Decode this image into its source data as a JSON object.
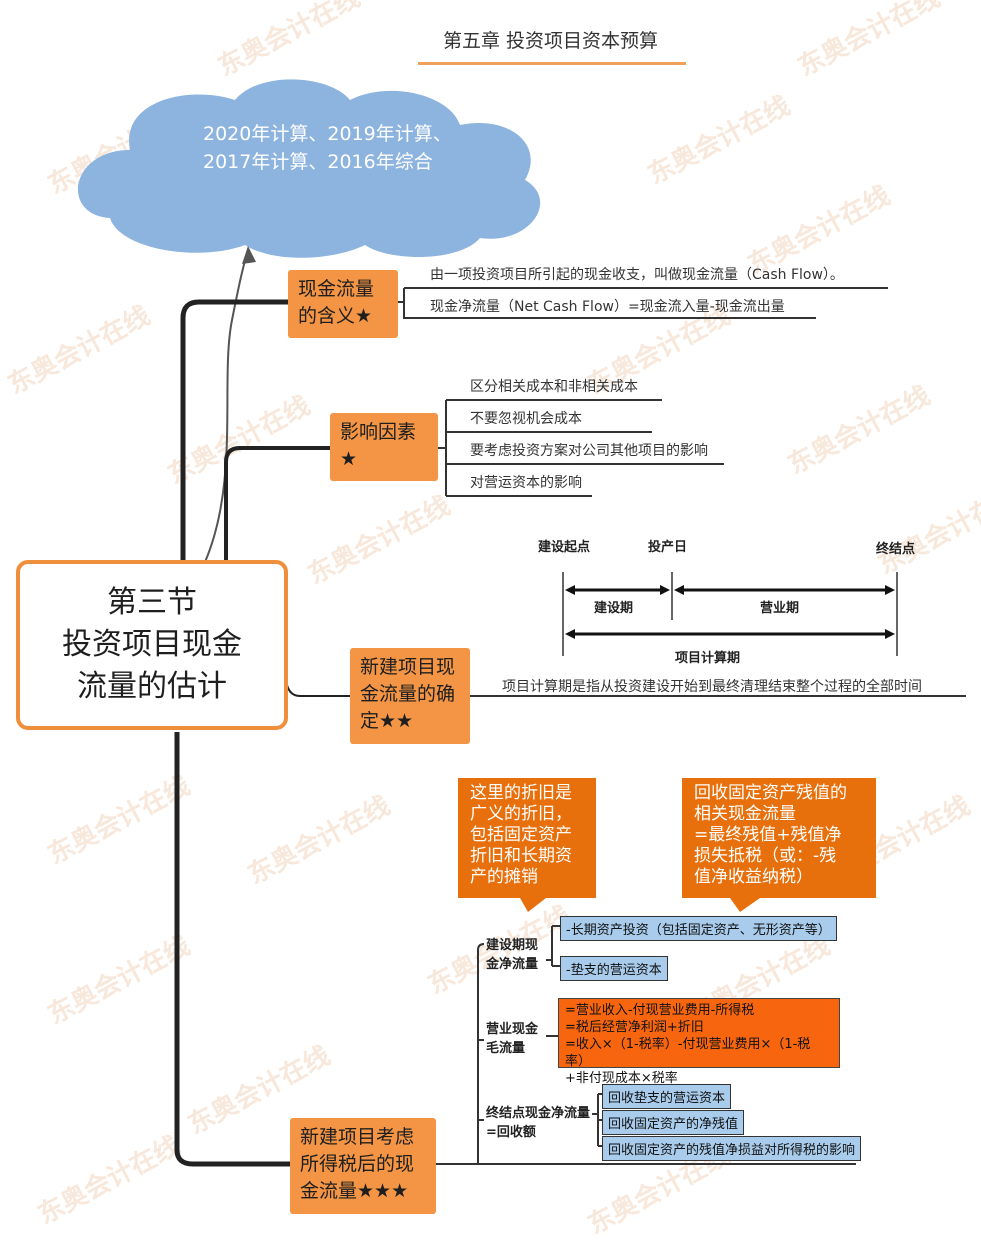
{
  "header": {
    "title": "第五章 投资项目资本预算"
  },
  "cloud": {
    "text": "2020年计算、2019年计算、2017年计算、2016年综合"
  },
  "central": {
    "text": "第三节\n投资项目现金\n流量的估计"
  },
  "branches": {
    "meaning": {
      "label": "现金流量的含义★",
      "items": [
        "由一项投资项目所引起的现金收支，叫做现金流量（Cash Flow）。",
        "现金净流量（Net Cash Flow）=现金流入量-现金流出量"
      ]
    },
    "factors": {
      "label": "影响因素★",
      "items": [
        "区分相关成本和非相关成本",
        "不要忽视机会成本",
        "要考虑投资方案对公司其他项目的影响",
        "对营运资本的影响"
      ]
    },
    "new_project": {
      "label": "新建项目现金流量的确定★★",
      "item": "项目计算期是指从投资建设开始到最终清理结束整个过程的全部时间",
      "timeline": {
        "start": "建设起点",
        "production": "投产日",
        "end": "终结点",
        "construction": "建设期",
        "operation": "营业期",
        "total": "项目计算期"
      }
    },
    "after_tax": {
      "label": "新建项目考虑所得税后的现金流量★★★",
      "note_left": "这里的折旧是\n广义的折旧，\n包括固定资产\n折旧和长期资\n产的摊销",
      "note_right": "回收固定资产残值的\n相关现金流量\n=最终残值+残值净\n损失抵税（或：-残\n值净收益纳税）",
      "construction": {
        "label": "建设期现\n金净流量",
        "items": [
          "-长期资产投资（包括固定资产、无形资产等）",
          "-垫支的营运资本"
        ]
      },
      "operating": {
        "label": "营业现金\n毛流量",
        "formula": "=营业收入-付现营业费用-所得税\n=税后经营净利润+折旧\n=收入×（1-税率）-付现营业费用×（1-税率）\n+非付现成本×税率"
      },
      "terminal": {
        "label": "终结点现金净流量\n=回收额",
        "items": [
          "回收垫支的营运资本",
          "回收固定资产的净残值",
          "回收固定资产的残值净损益对所得税的影响"
        ]
      }
    }
  },
  "watermark": {
    "text": "东奥会计在线",
    "url": "www.dongao.com"
  },
  "colors": {
    "topic": "#f39544",
    "note": "#e8700c",
    "cloud": "#8db3df",
    "blue_box": "#a9ccec",
    "formula_box": "#f7660f"
  }
}
